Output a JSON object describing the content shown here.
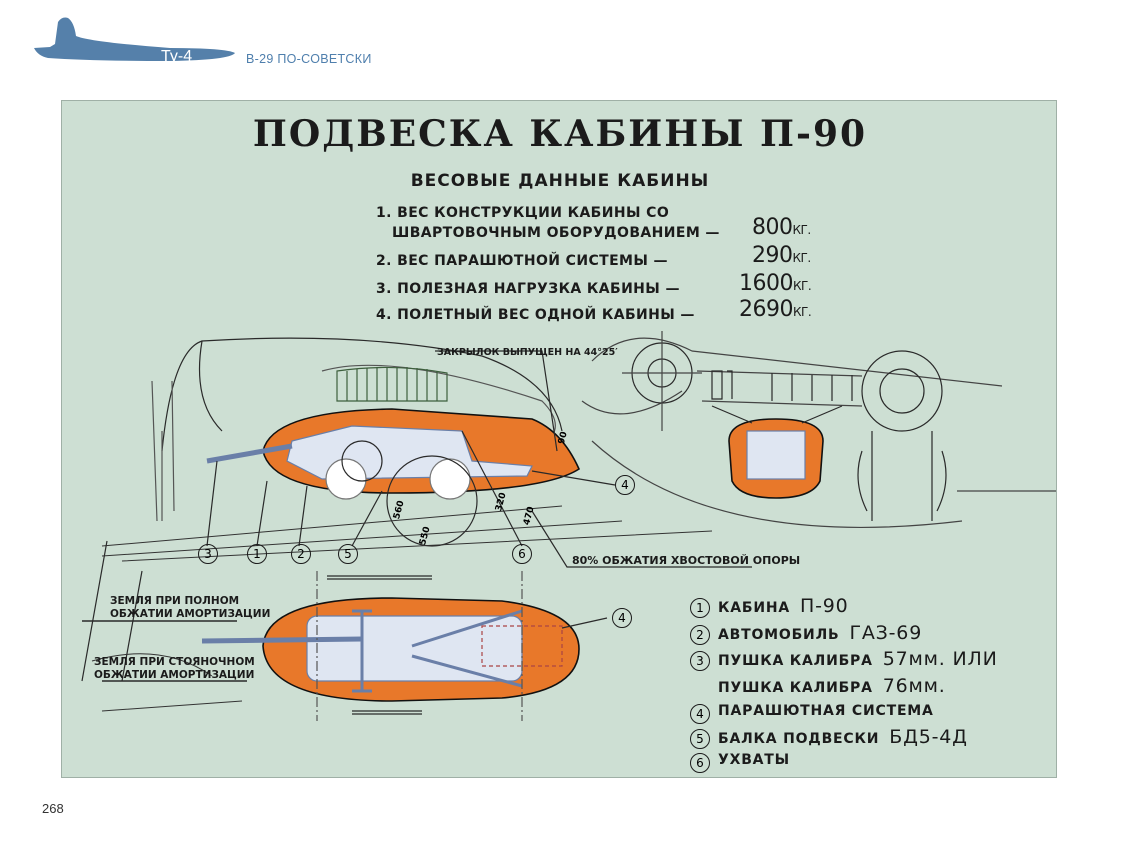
{
  "header": {
    "model": "Ту-4",
    "subtitle": "В-29 ПО-СОВЕТСКИ",
    "brand_color": "#4f7fad"
  },
  "poster": {
    "title": "ПОДВЕСКА КАБИНЫ П-90",
    "subtitle": "ВЕСОВЫЕ ДАННЫЕ КАБИНЫ",
    "weights": [
      {
        "label_line1": "1. ВЕС КОНСТРУКЦИИ КАБИНЫ СО",
        "label_line2": "ШВАРТОВОЧНЫМ ОБОРУДОВАНИЕМ —",
        "value": "800",
        "unit": "КГ."
      },
      {
        "label": "2. ВЕС ПАРАШЮТНОЙ СИСТЕМЫ —",
        "value": "290",
        "unit": "КГ."
      },
      {
        "label": "3. ПОЛЕЗНАЯ НАГРУЗКА КАБИНЫ —",
        "value": "1600",
        "unit": "КГ."
      },
      {
        "label": "4. ПОЛЕТНЫЙ ВЕС ОДНОЙ КАБИНЫ —",
        "value": "2690",
        "unit": "КГ."
      }
    ],
    "annotations": {
      "flap": "ЗАКРЫЛОК ВЫПУЩЕН НА 44°25′",
      "tail": "80% ОБЖАТИЯ ХВОСТОВОЙ ОПОРЫ",
      "ground_full_1": "ЗЕМЛЯ ПРИ ПОЛНОМ",
      "ground_full_2": "ОБЖАТИИ АМОРТИЗАЦИИ",
      "ground_park_1": "ЗЕМЛЯ ПРИ СТОЯНОЧНОМ",
      "ground_park_2": "ОБЖАТИИ АМОРТИЗАЦИИ",
      "dims": [
        "90",
        "560",
        "550",
        "320",
        "470"
      ]
    },
    "callouts": [
      "3",
      "1",
      "2",
      "5",
      "6",
      "4"
    ],
    "legend": [
      {
        "num": "1",
        "text": "КАБИНА",
        "value": "П-90"
      },
      {
        "num": "2",
        "text": "АВТОМОБИЛЬ",
        "value": "ГАЗ-69"
      },
      {
        "num": "3",
        "text": "ПУШКА КАЛИБРА",
        "value": "57мм. ИЛИ"
      },
      {
        "num": "",
        "text": "ПУШКА КАЛИБРА",
        "value": "76мм."
      },
      {
        "num": "4",
        "text": "ПАРАШЮТНАЯ СИСТЕМА",
        "value": ""
      },
      {
        "num": "5",
        "text": "БАЛКА ПОДВЕСКИ",
        "value": "БД5-4Д"
      },
      {
        "num": "6",
        "text": "УХВАТЫ",
        "value": ""
      }
    ],
    "colors": {
      "background": "#cddfd3",
      "cabin": "#e8782a",
      "vehicle": "#dfe6f2"
    }
  },
  "page_number": "268"
}
